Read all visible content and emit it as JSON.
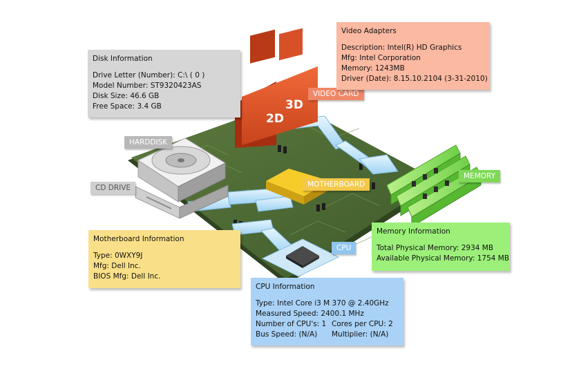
{
  "colors": {
    "disk_panel": "#d6d6d6",
    "video_panel": "#fbb9a2",
    "motherboard_panel": "#f9e088",
    "memory_panel": "#9cf07a",
    "cpu_panel": "#a9d2f6",
    "board": "#4f6a36",
    "pipe": "#c6e8fb",
    "video_card": "#e55a2b"
  },
  "labels": {
    "harddisk": "HARDDISK",
    "cd_drive": "CD DRIVE",
    "video_card": "VIDEO CARD",
    "motherboard": "MOTHERBOARD",
    "memory": "MEMORY",
    "cpu": "CPU",
    "video_2d": "2D",
    "video_3d": "3D"
  },
  "disk": {
    "title": "Disk Information",
    "drive_letter": "Drive Letter (Number): C:\\ ( 0 )",
    "model": "Model Number: ST9320423AS",
    "size": "Disk Size: 46.6 GB",
    "free": "Free Space: 3.4 GB"
  },
  "video": {
    "title": "Video Adapters",
    "description": "Description: Intel(R) HD Graphics",
    "mfg": "Mfg: Intel Corporation",
    "memory": "Memory: 1243MB",
    "driver": "Driver (Date): 8.15.10.2104 (3-31-2010)"
  },
  "motherboard": {
    "title": "Motherboard Information",
    "type": "Type: 0WXY9J",
    "mfg": "Mfg: Dell Inc.",
    "bios": "BIOS Mfg: Dell Inc."
  },
  "memory": {
    "title": "Memory Information",
    "total": "Total Physical Memory: 2934 MB",
    "available": "Available Physical Memory: 1754 MB"
  },
  "cpu": {
    "title": "CPU Information",
    "type": "Type: Intel Core i3 M 370 @ 2.40GHz",
    "speed": "Measured Speed: 2400.1 MHz",
    "num_cpus": "Number of CPU's: 1",
    "cores": "Cores per CPU: 2",
    "bus": "Bus Speed: (N/A)",
    "multiplier": "Multiplier: (N/A)"
  }
}
